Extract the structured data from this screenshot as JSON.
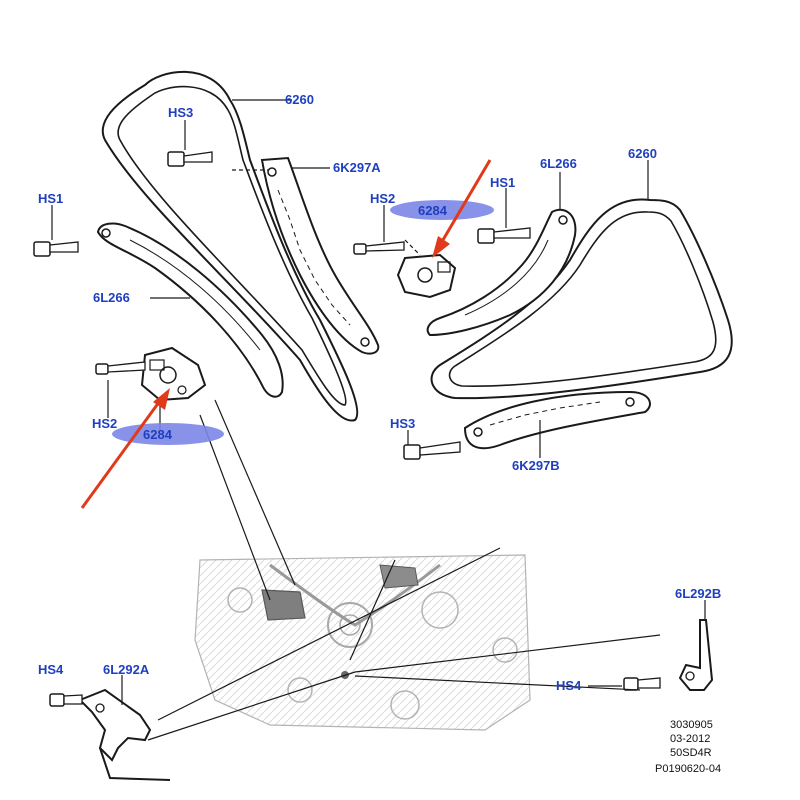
{
  "colors": {
    "label": "#1f3fbf",
    "highlight": "#7b86e6",
    "arrow": "#e03a1a",
    "line": "#1a1a1a"
  },
  "labels": {
    "chain_left": "6260",
    "chain_right": "6260",
    "hs3_top": "HS3",
    "hs3_bottom": "HS3",
    "guide_top": "6K297A",
    "guide_bottom": "6K297B",
    "hs1_left": "HS1",
    "hs1_right": "HS1",
    "hs2_top": "HS2",
    "hs2_left": "HS2",
    "tensioner_top": "6284",
    "tensioner_left": "6284",
    "arm_left": "6L266",
    "arm_right": "6L266",
    "hs4_left": "HS4",
    "hs4_right": "HS4",
    "bracket_left": "6L292A",
    "bracket_right": "6L292B"
  },
  "reference": {
    "line1": "3030905",
    "line2": "03-2012",
    "line3": "50SD4R",
    "line4": "P0190620-04"
  },
  "icons": {
    "tensioner": "tensioner-icon",
    "bolt": "bolt-icon",
    "arrow": "pointer-arrow-icon",
    "engine": "engine-block-icon"
  }
}
